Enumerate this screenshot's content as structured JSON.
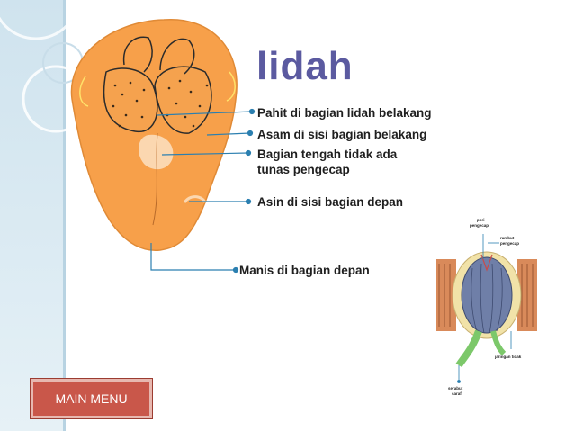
{
  "title": "lidah",
  "labels": {
    "pahit": "Pahit di bagian lidah belakang",
    "asam": "Asam di sisi bagian belakang",
    "tengah_1": "Bagian tengah tidak ada",
    "tengah_2": "tunas pengecap",
    "asin": "Asin di sisi bagian depan",
    "manis": "Manis di bagian depan"
  },
  "taste_bud": {
    "pori_1": "pori",
    "pori_2": "pengecap",
    "rambut_1": "rambut",
    "rambut_2": "pengecap",
    "jaringan": "jaringan tidak",
    "serabut_1": "serabut",
    "serabut_2": "saraf"
  },
  "button": {
    "label": "MAIN MENU"
  },
  "colors": {
    "tongue": "#f7a04a",
    "title": "#5b5aa0",
    "button": "#c9574a",
    "band": "#cfe3ee"
  }
}
